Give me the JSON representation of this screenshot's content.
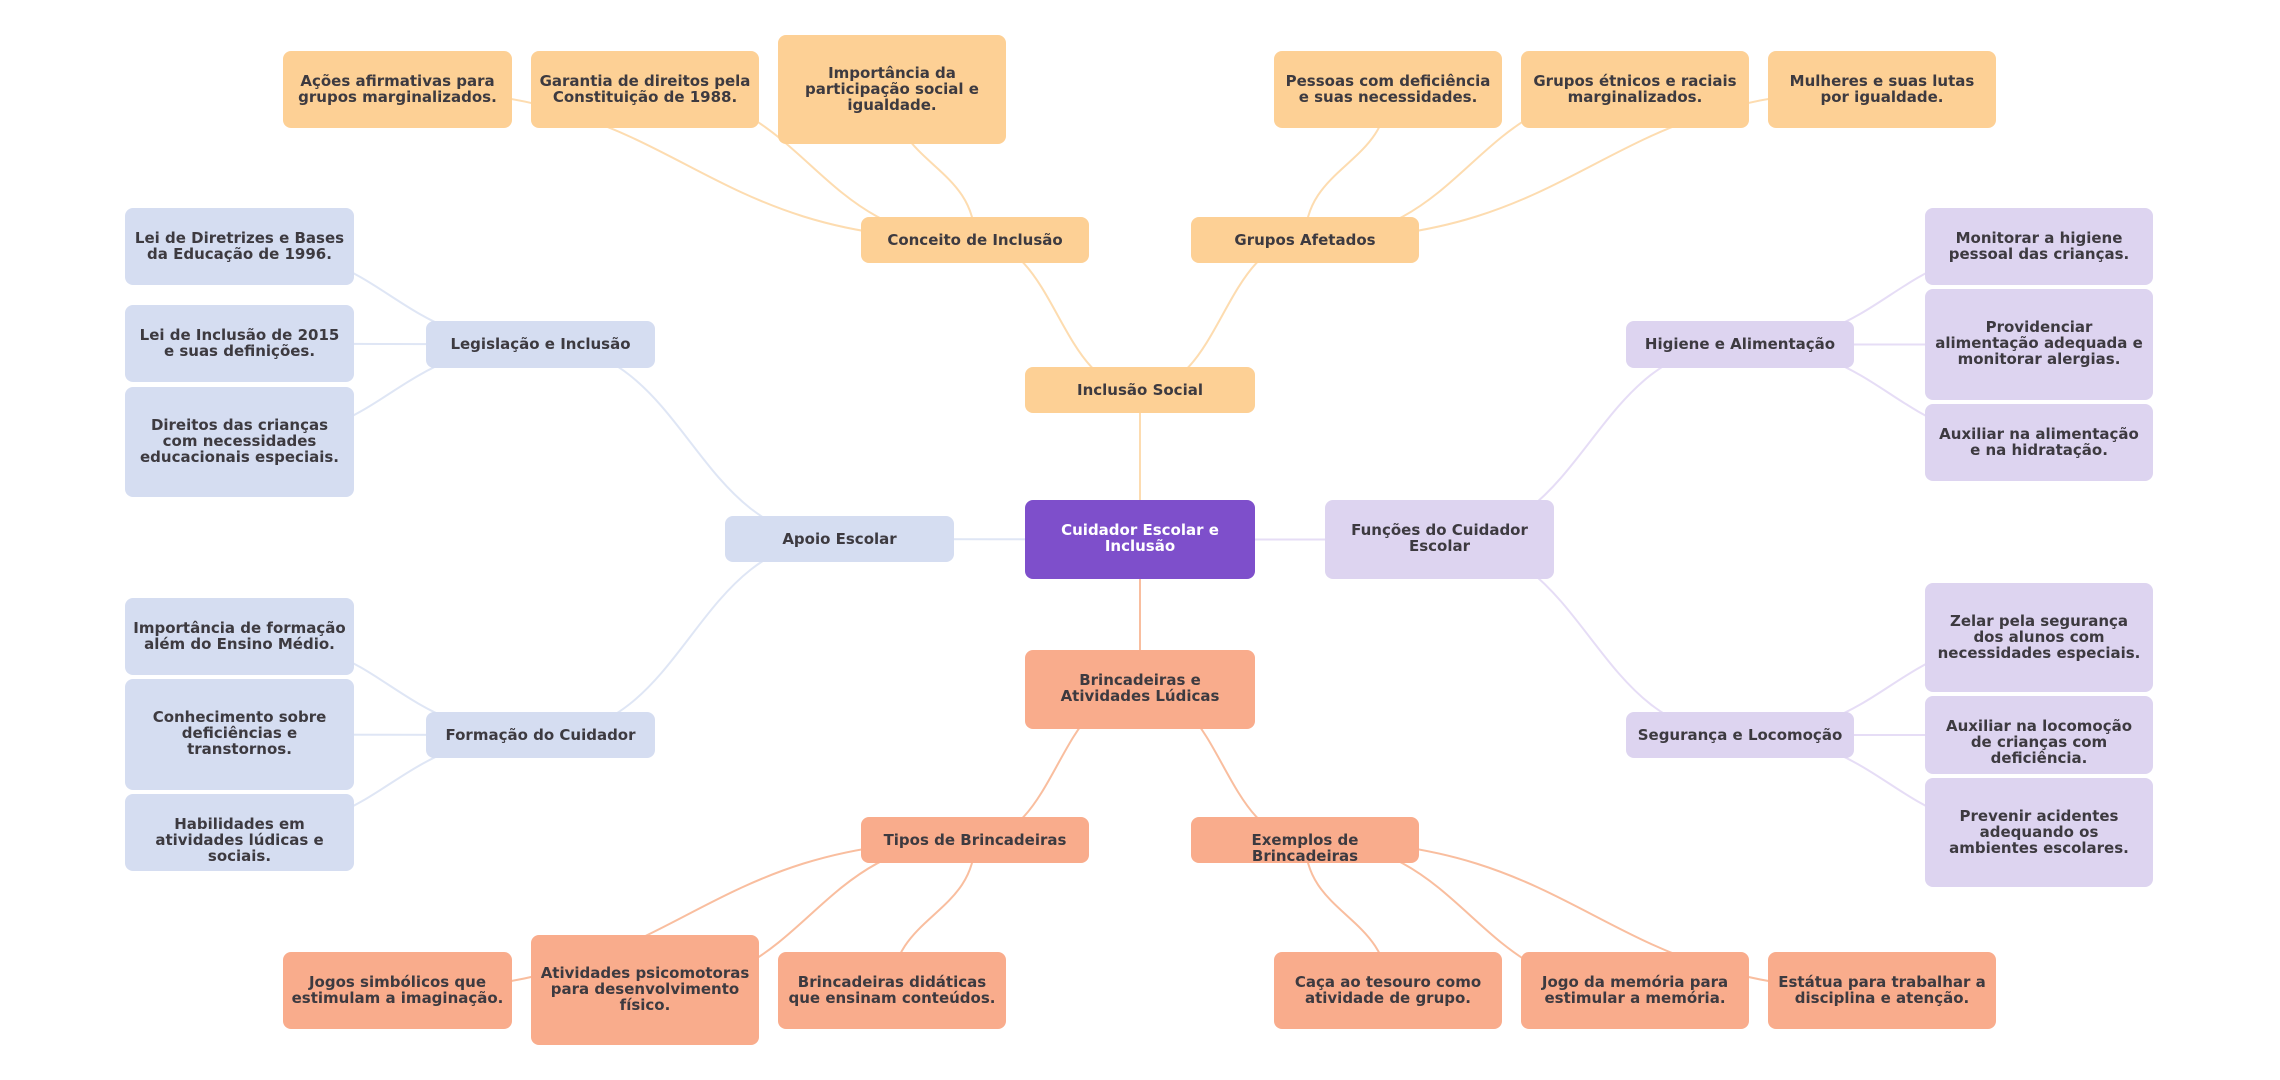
{
  "colors": {
    "root": "#7e4fcb",
    "orange": "#fdd095",
    "salmon": "#f9ac8c",
    "blue": "#d5ddf1",
    "purple": "#ddd4f0",
    "edge_orange": "#fddcb0",
    "edge_salmon": "#f9be9f",
    "edge_blue": "#dfe6f5",
    "edge_purple": "#e6ddf6"
  },
  "root": {
    "label": "Cuidador Escolar e Inclusão"
  },
  "branches": {
    "inclusao_social": {
      "label": "Inclusão Social",
      "children": {
        "conceito": {
          "label": "Conceito de Inclusão",
          "items": [
            "Ações afirmativas para grupos marginalizados.",
            "Garantia de direitos pela Constituição de 1988.",
            "Importância da participação social e igualdade."
          ]
        },
        "grupos": {
          "label": "Grupos Afetados",
          "items": [
            "Pessoas com deficiência e suas necessidades.",
            "Grupos étnicos e raciais marginalizados.",
            "Mulheres e suas lutas por igualdade."
          ]
        }
      }
    },
    "apoio_escolar": {
      "label": "Apoio Escolar",
      "children": {
        "legislacao": {
          "label": "Legislação e Inclusão",
          "items": [
            "Lei de Diretrizes e Bases da Educação de 1996.",
            "Lei de Inclusão de 2015 e suas definições.",
            "Direitos das crianças com necessidades educacionais especiais."
          ]
        },
        "formacao": {
          "label": "Formação do Cuidador",
          "items": [
            "Importância de formação além do Ensino Médio.",
            "Conhecimento sobre deficiências e transtornos.",
            "Habilidades em atividades lúdicas e sociais."
          ]
        }
      }
    },
    "funcoes": {
      "label": "Funções do Cuidador Escolar",
      "children": {
        "higiene": {
          "label": "Higiene e Alimentação",
          "items": [
            "Monitorar a higiene pessoal das crianças.",
            "Providenciar alimentação adequada e monitorar alergias.",
            "Auxiliar na alimentação e na hidratação."
          ]
        },
        "seguranca": {
          "label": "Segurança e Locomoção",
          "items": [
            "Zelar pela segurança dos alunos com necessidades especiais.",
            "Auxiliar na locomoção de crianças com deficiência.",
            "Prevenir acidentes adequando os ambientes escolares."
          ]
        }
      }
    },
    "brincadeiras": {
      "label": "Brincadeiras e Atividades Lúdicas",
      "children": {
        "tipos": {
          "label": "Tipos de Brincadeiras",
          "items": [
            "Jogos simbólicos que estimulam a imaginação.",
            "Atividades psicomotoras para desenvolvimento físico.",
            "Brincadeiras didáticas que ensinam conteúdos."
          ]
        },
        "exemplos": {
          "label": "Exemplos de Brincadeiras",
          "items": [
            "Caça ao tesouro como atividade de grupo.",
            "Jogo da memória para estimular a memória.",
            "Estátua para trabalhar a disciplina e atenção."
          ]
        }
      }
    }
  }
}
